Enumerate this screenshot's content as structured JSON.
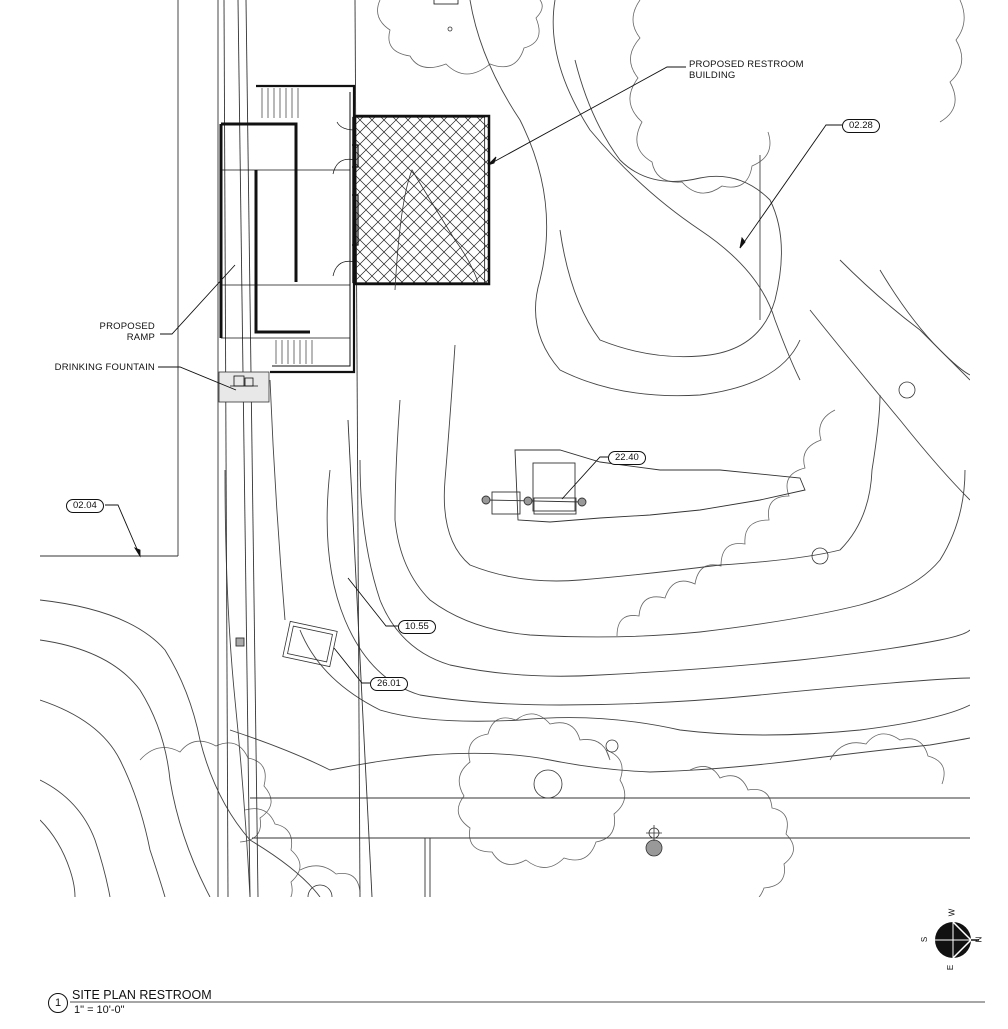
{
  "drawing": {
    "callouts": {
      "restroom_building": "PROPOSED RESTROOM\nBUILDING",
      "ramp": "PROPOSED\nRAMP",
      "drinking_fountain": "DRINKING FOUNTAIN"
    },
    "keynotes": [
      "02.28",
      "22.40",
      "02.04",
      "10.55",
      "26.01"
    ],
    "north_arrow": {
      "letters": [
        "W",
        "N",
        "E",
        "S"
      ]
    },
    "title_block": {
      "number": "1",
      "title": "SITE PLAN RESTROOM",
      "scale": "1\" = 10'-0\""
    }
  }
}
